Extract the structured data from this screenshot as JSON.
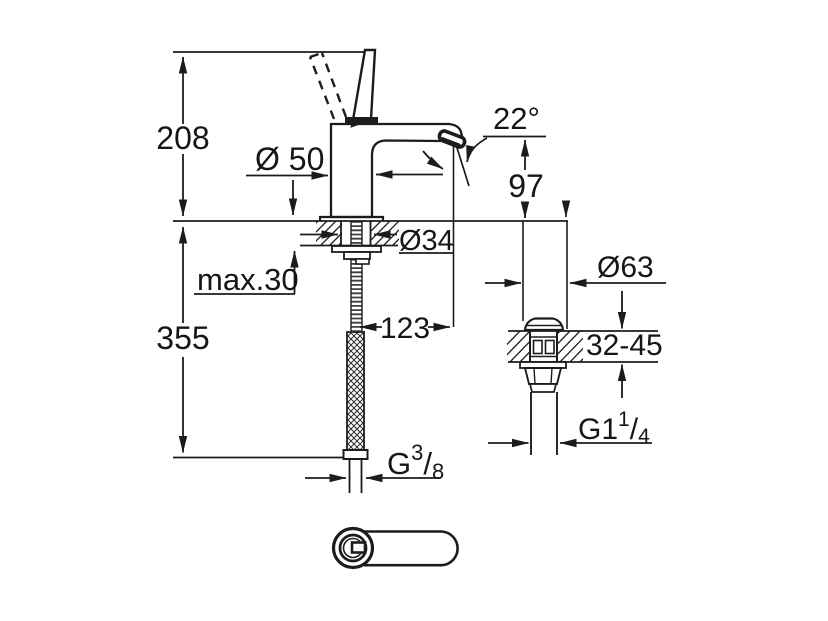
{
  "drawing": {
    "description": "Dimensioned technical line drawing of a single-lever basin mixer faucet (side view) with flexible supply hose, pop-up waste valve detail and handle top view",
    "line_color": "#1c1c1c",
    "background": "#ffffff"
  },
  "labels": {
    "height_above_deck": "208",
    "height_below_deck": "355",
    "base_diameter": "Ø 50",
    "spout_angle": "22°",
    "aerator_height": "97",
    "deck_max_thickness": "max.30",
    "mounting_hole_diameter": "Ø34",
    "spout_reach": "123",
    "waste_flange_diameter": "Ø63",
    "basin_thickness_range": "32-45",
    "waste_thread_base": "G1",
    "waste_thread_sup": "1",
    "waste_thread_slash": "/",
    "waste_thread_sub": "4",
    "hose_thread_base": "G",
    "hose_thread_sup": "3",
    "hose_thread_slash": "/",
    "hose_thread_sub": "8"
  }
}
